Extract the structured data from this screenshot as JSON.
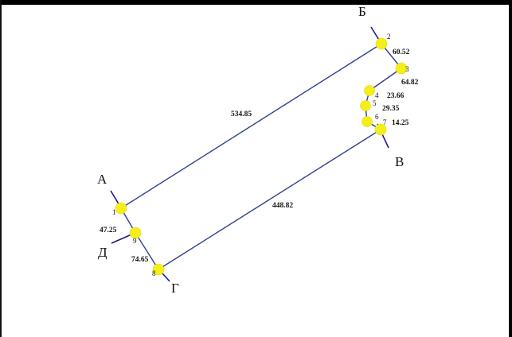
{
  "letters": {
    "A": "А",
    "B": "Б",
    "V": "В",
    "G": "Г",
    "D": "Д"
  },
  "segments": {
    "s1_2": "534.85",
    "s2_3": "60.52",
    "s3_4": "64.82",
    "s4_5": "23.66",
    "s5_6": "29.35",
    "s6_7": "14.25",
    "s7_8": "448.82",
    "s8_9": "74.65",
    "s9_1": "47.25"
  },
  "vertices": [
    "1",
    "2",
    "3",
    "4",
    "5",
    "6",
    "7",
    "8",
    "9"
  ],
  "colors": {
    "edge": "#2f3f8f",
    "marker": "#f4ef1a",
    "frame": "#000000"
  }
}
